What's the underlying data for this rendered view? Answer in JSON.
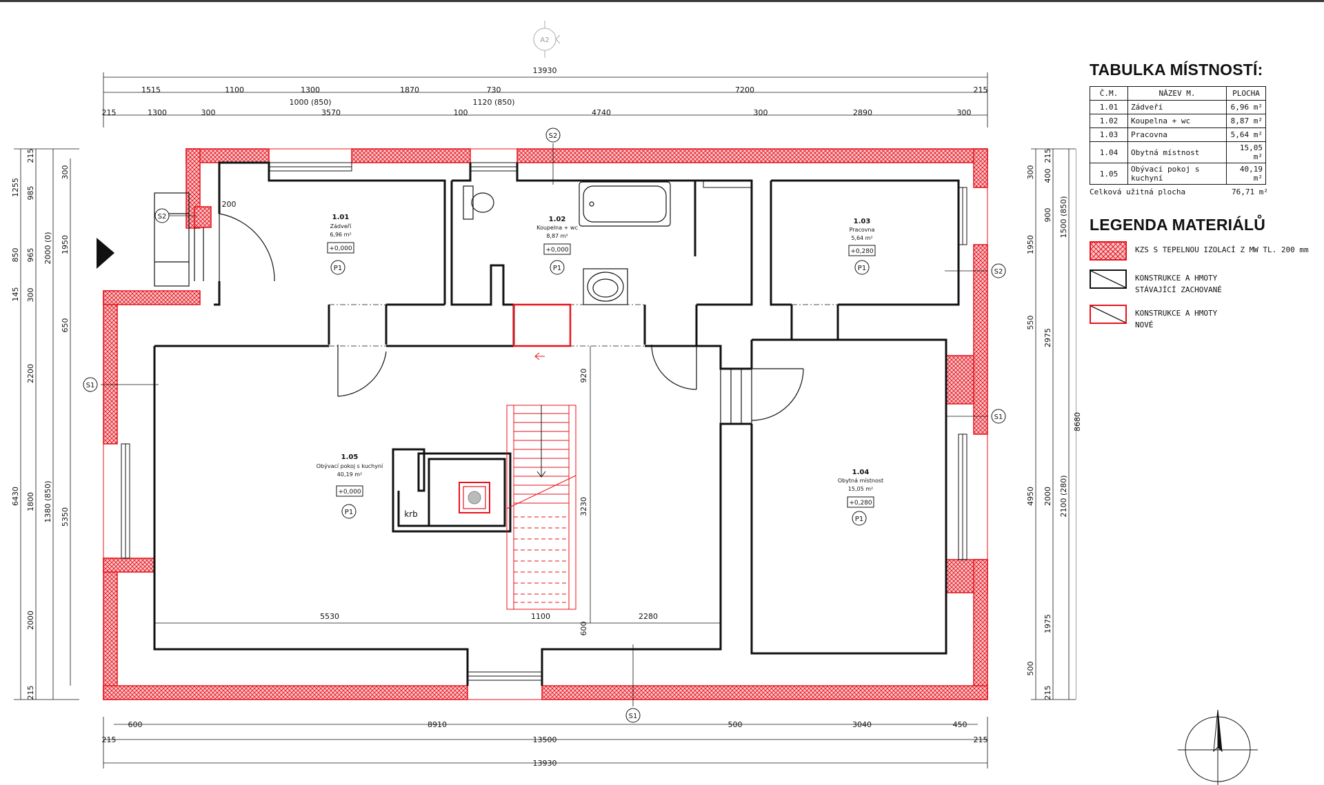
{
  "sheet": {
    "marker_top": "A2"
  },
  "dimensions": {
    "top_total": "13930",
    "top_row1": [
      "1515",
      "1100",
      "1300",
      "1870",
      "730",
      "7200",
      "215"
    ],
    "top_row1_sub": [
      "1000 (850)",
      "1120 (850)"
    ],
    "top_row2": [
      "215",
      "1300",
      "300",
      "3570",
      "100",
      "4740",
      "300",
      "2890",
      "300"
    ],
    "left_outer": [
      "1255",
      "850",
      "145",
      "6430"
    ],
    "left_inner": [
      "215",
      "985",
      "965",
      "300",
      "1950",
      "650",
      "2200",
      "1800",
      "2000"
    ],
    "left_inner2": [
      "300",
      "2000 (0)",
      "1380 (850)",
      "5350",
      "215"
    ],
    "right_inner": [
      "215",
      "300",
      "400",
      "900",
      "1950",
      "550",
      "2975",
      "4950",
      "2000",
      "1975",
      "500",
      "215"
    ],
    "right_outer": [
      "1500 (850)",
      "2100 (280)",
      "8680"
    ],
    "bottom_row1": [
      "600",
      "8910",
      "500",
      "3040",
      "450"
    ],
    "bottom_row2": [
      "215",
      "13500",
      "215"
    ],
    "bottom_total": "13930",
    "interior": [
      "5530",
      "1100",
      "2280",
      "920",
      "3230",
      "600",
      "200"
    ]
  },
  "rooms": [
    {
      "num": "1.01",
      "name": "Zádveří",
      "area": "6,96 m²",
      "level": "+0,000",
      "floor": "P1"
    },
    {
      "num": "1.02",
      "name": "Koupelna + wc",
      "area": "8,87 m²",
      "level": "+0,000",
      "floor": "P1"
    },
    {
      "num": "1.03",
      "name": "Pracovna",
      "area": "5,64 m²",
      "level": "+0,280",
      "floor": "P1"
    },
    {
      "num": "1.04",
      "name": "Obytná místnost",
      "area": "15,05 m²",
      "level": "+0,280",
      "floor": "P1"
    },
    {
      "num": "1.05",
      "name": "Obývací pokoj s kuchyní",
      "area": "40,19 m²",
      "level": "+0,000",
      "floor": "P1"
    }
  ],
  "fireplace_label": "krb",
  "sections": {
    "s1": "S1",
    "s2": "S2"
  },
  "room_table": {
    "title": "TABULKA MÍSTNOSTÍ:",
    "headers": [
      "Č.M.",
      "NÁZEV M.",
      "PLOCHA"
    ],
    "rows": [
      [
        "1.01",
        "Zádveří",
        "6,96 m²"
      ],
      [
        "1.02",
        "Koupelna + wc",
        "8,87 m²"
      ],
      [
        "1.03",
        "Pracovna",
        "5,64 m²"
      ],
      [
        "1.04",
        "Obytná místnost",
        "15,05 m²"
      ],
      [
        "1.05",
        "Obývací pokoj s kuchyní",
        "40,19 m²"
      ]
    ],
    "total_label": "Celková užitná plocha",
    "total_value": "76,71 m²"
  },
  "legend": {
    "title": "LEGENDA MATERIÁLŮ",
    "items": [
      {
        "line1": "KZS S TEPELNOU IZOLACÍ Z MW TL. 200 mm",
        "line2": ""
      },
      {
        "line1": "KONSTRUKCE A HMOTY",
        "line2": "STÁVAJÍCÍ ZACHOVANÉ"
      },
      {
        "line1": "KONSTRUKCE A HMOTY",
        "line2": "NOVÉ"
      }
    ]
  },
  "colors": {
    "new": "#e8101a",
    "existing": "#111111",
    "hatch_fill": "#f6c9cc"
  }
}
